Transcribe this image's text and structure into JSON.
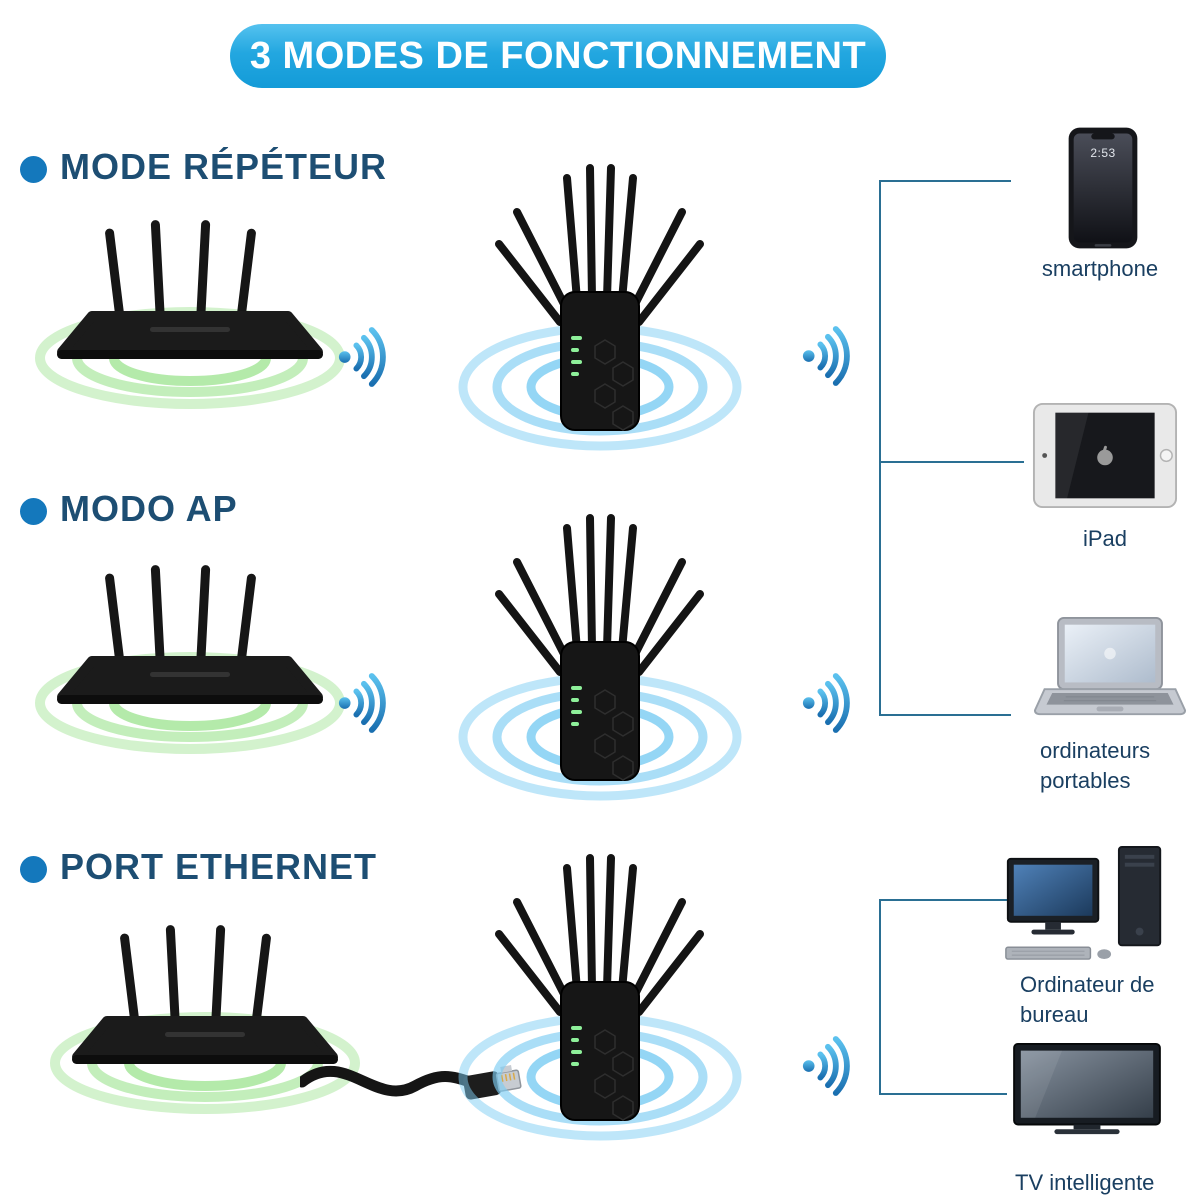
{
  "banner": {
    "title": "3 MODES DE FONCTIONNEMENT"
  },
  "sections": [
    {
      "heading": "MODE RÉPÉTEUR"
    },
    {
      "heading": "MODO AP"
    },
    {
      "heading": "PORT ETHERNET"
    }
  ],
  "devices": {
    "smartphone": {
      "label": "smartphone",
      "time": "2:53"
    },
    "ipad": {
      "label": "iPad"
    },
    "laptop": {
      "label": "ordinateurs portables"
    },
    "desktop": {
      "label": "Ordinateur de bureau"
    },
    "tv": {
      "label": "TV intelligente"
    }
  },
  "colors": {
    "banner_blue": "#23a7e0",
    "heading_blue": "#1d4e73",
    "bullet_blue": "#1478bc",
    "router_signal_green": "#a7e69b",
    "repeater_signal_blue": "#7dcdf3",
    "wifi_icon_blue": "#2a8fd0",
    "connector_line": "#2a6f93"
  }
}
